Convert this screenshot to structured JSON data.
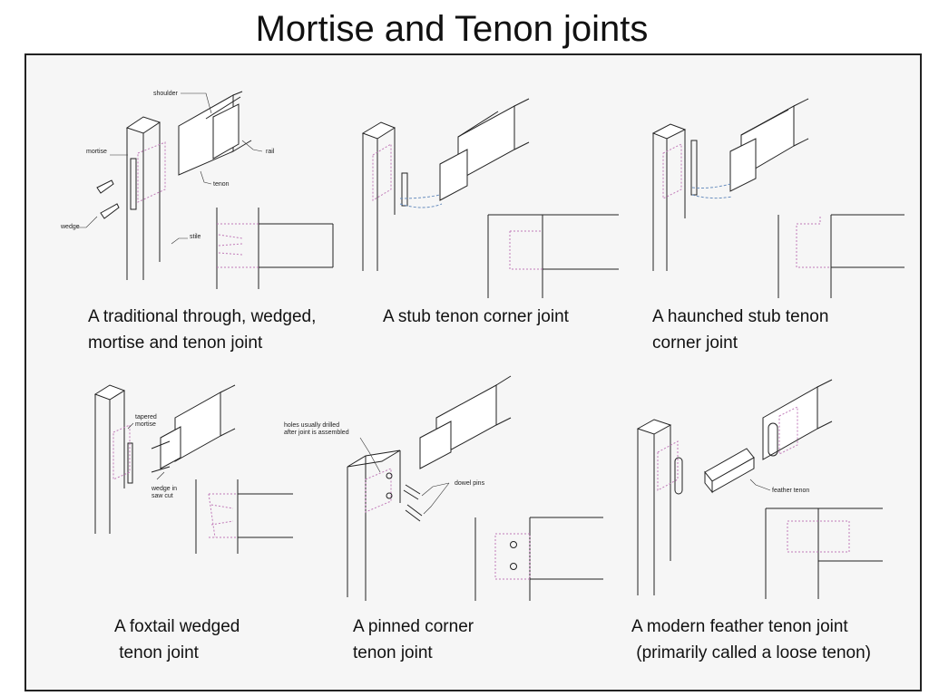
{
  "page": {
    "title": "Mortise and Tenon joints"
  },
  "joints": [
    {
      "caption": "A traditional through, wedged,\nmortise and tenon joint",
      "labels": {
        "shoulder": "shoulder",
        "mortise": "mortise",
        "rail": "rail",
        "tenon": "tenon",
        "wedge": "wedge",
        "stile": "stile"
      }
    },
    {
      "caption": "A stub tenon corner joint"
    },
    {
      "caption": "A haunched stub tenon\ncorner joint"
    },
    {
      "caption": "A foxtail wedged\n tenon joint",
      "labels": {
        "tapered1": "tapered",
        "tapered2": "mortise",
        "wedge1": "wedge in",
        "wedge2": "saw cut"
      }
    },
    {
      "caption": "A pinned corner\ntenon joint",
      "labels": {
        "holes1": "holes usually drilled",
        "holes2": "after joint is assembled",
        "dowel": "dowel pins"
      }
    },
    {
      "caption": "A modern feather tenon joint\n (primarily called a loose tenon)",
      "labels": {
        "feather": "feather tenon"
      }
    }
  ]
}
